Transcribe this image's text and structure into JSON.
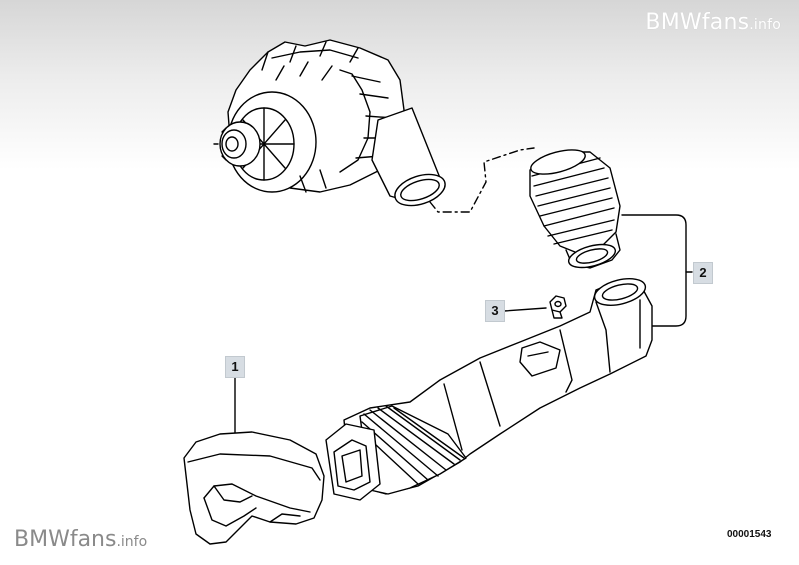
{
  "watermark": {
    "top_brand": "BMWfans",
    "top_suffix": ".info",
    "bottom_brand": "BMWfans",
    "bottom_suffix": ".info"
  },
  "callouts": {
    "part_1": "1",
    "part_2": "2",
    "part_3": "3"
  },
  "drawing_number": "00001543"
}
